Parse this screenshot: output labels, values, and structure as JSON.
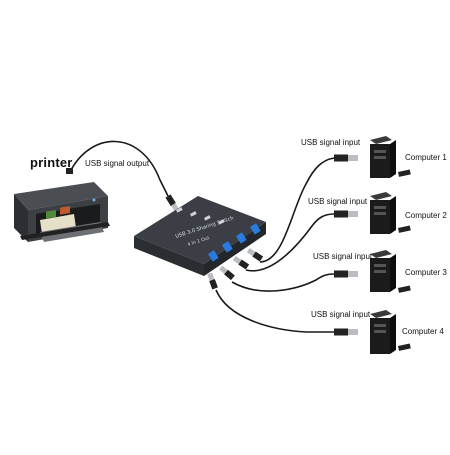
{
  "labels": {
    "printer": "printer",
    "usb_output": "USB signal output",
    "usb_input": "USB signal input"
  },
  "computers": [
    {
      "label": "Computer 1",
      "input_label": "USB signal input"
    },
    {
      "label": "Computer 2",
      "input_label": "USB signal input"
    },
    {
      "label": "Computer 3",
      "input_label": "USB signal input"
    },
    {
      "label": "Computer 4",
      "input_label": "USB signal input"
    }
  ],
  "device": {
    "title": "USB 3.0 Sharing Switch",
    "subtitle": "4 In 1 Out",
    "ports": 4,
    "body_color": "#3b3f45",
    "port_color": "#2a7be0"
  },
  "colors": {
    "cable": "#1a1a1a",
    "plug_metal": "#b9bcc0",
    "pc_body": "#1b1b1b"
  }
}
